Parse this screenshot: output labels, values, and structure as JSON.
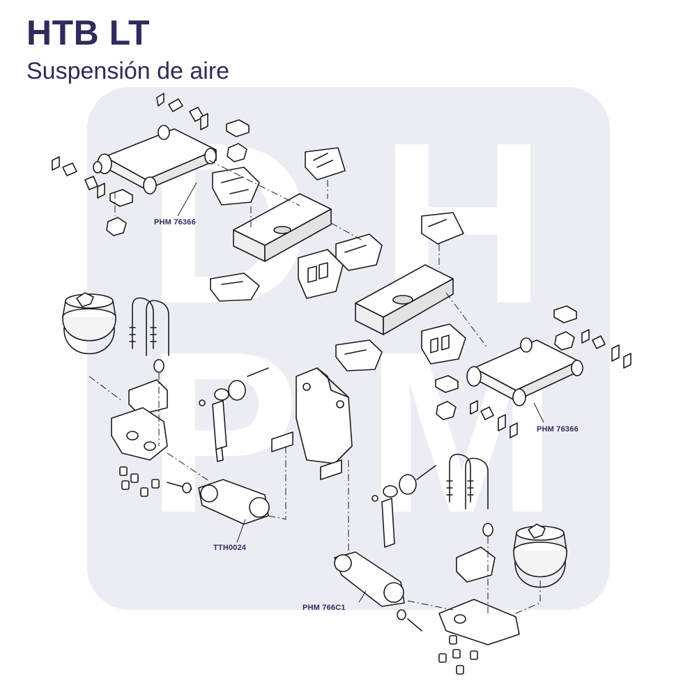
{
  "header": {
    "title": "HTB LT",
    "subtitle": "Suspensión de aire"
  },
  "watermark": {
    "letters": [
      "D",
      "H",
      "P",
      "M"
    ]
  },
  "callouts": [
    {
      "id": "phm-76366-top",
      "text": "PHM 76366"
    },
    {
      "id": "phm-76366-right",
      "text": "PHM 76366"
    },
    {
      "id": "tth0024",
      "text": "TTH0024"
    },
    {
      "id": "phm-766c1",
      "text": "PHM 766C1"
    }
  ],
  "colors": {
    "brand": "#2e2c5c",
    "watermark_bg": "#ecedf4",
    "line": "#1a1a1a"
  }
}
